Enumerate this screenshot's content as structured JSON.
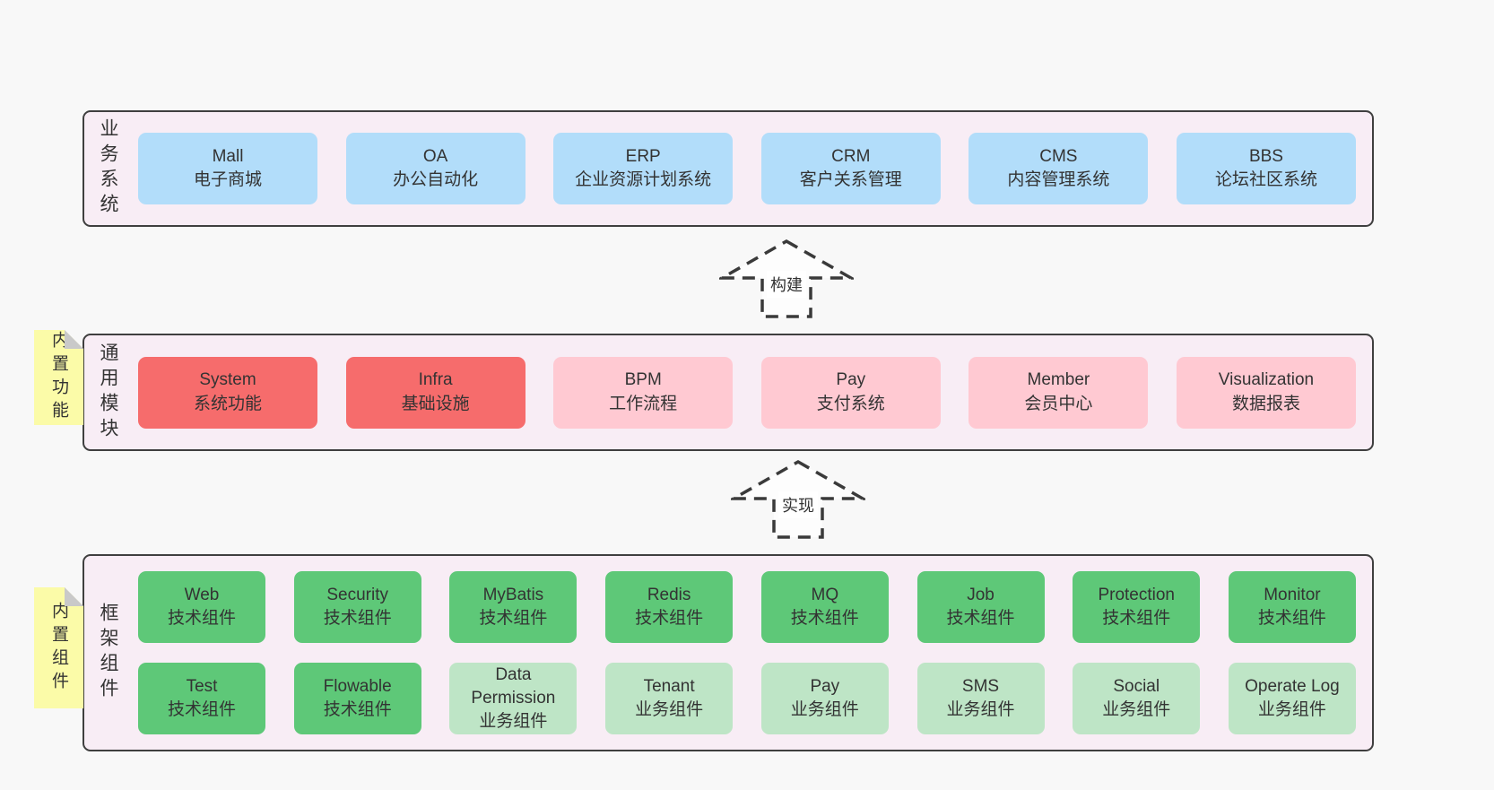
{
  "colors": {
    "page_background": "#f8f8f8",
    "layer_background": "#f8edf5",
    "layer_border": "#3f3f3f",
    "box_blue": "#b2ddfa",
    "box_red": "#f66c6c",
    "box_pink": "#ffc9d2",
    "box_green": "#5ec878",
    "box_light_green": "#bee5c6",
    "sticky_yellow": "#fbfba8",
    "sticky_fold_gray": "#c9c9c9",
    "text": "#333333"
  },
  "arrows": [
    {
      "id": "build",
      "label": "构建"
    },
    {
      "id": "implement",
      "label": "实现"
    }
  ],
  "layers": [
    {
      "id": "business-systems",
      "label": "业务系统",
      "rows": [
        {
          "boxes": [
            {
              "en": "Mall",
              "zh": "电子商城",
              "style": "blue"
            },
            {
              "en": "OA",
              "zh": "办公自动化",
              "style": "blue"
            },
            {
              "en": "ERP",
              "zh": "企业资源计划系统",
              "style": "blue"
            },
            {
              "en": "CRM",
              "zh": "客户关系管理",
              "style": "blue"
            },
            {
              "en": "CMS",
              "zh": "内容管理系统",
              "style": "blue"
            },
            {
              "en": "BBS",
              "zh": "论坛社区系统",
              "style": "blue"
            }
          ]
        }
      ]
    },
    {
      "id": "common-modules",
      "label": "通用模块",
      "sticky": "内置功能",
      "rows": [
        {
          "boxes": [
            {
              "en": "System",
              "zh": "系统功能",
              "style": "red"
            },
            {
              "en": "Infra",
              "zh": "基础设施",
              "style": "red"
            },
            {
              "en": "BPM",
              "zh": "工作流程",
              "style": "pink"
            },
            {
              "en": "Pay",
              "zh": "支付系统",
              "style": "pink"
            },
            {
              "en": "Member",
              "zh": "会员中心",
              "style": "pink"
            },
            {
              "en": "Visualization",
              "zh": "数据报表",
              "style": "pink"
            }
          ]
        }
      ]
    },
    {
      "id": "framework-components",
      "label": "框架组件",
      "sticky": "内置组件",
      "rows": [
        {
          "boxes": [
            {
              "en": "Web",
              "zh": "技术组件",
              "style": "green"
            },
            {
              "en": "Security",
              "zh": "技术组件",
              "style": "green"
            },
            {
              "en": "MyBatis",
              "zh": "技术组件",
              "style": "green"
            },
            {
              "en": "Redis",
              "zh": "技术组件",
              "style": "green"
            },
            {
              "en": "MQ",
              "zh": "技术组件",
              "style": "green"
            },
            {
              "en": "Job",
              "zh": "技术组件",
              "style": "green"
            },
            {
              "en": "Protection",
              "zh": "技术组件",
              "style": "green"
            },
            {
              "en": "Monitor",
              "zh": "技术组件",
              "style": "green"
            }
          ]
        },
        {
          "boxes": [
            {
              "en": "Test",
              "zh": "技术组件",
              "style": "green"
            },
            {
              "en": "Flowable",
              "zh": "技术组件",
              "style": "green"
            },
            {
              "en": "Data Permission",
              "zh": "业务组件",
              "style": "light-green"
            },
            {
              "en": "Tenant",
              "zh": "业务组件",
              "style": "light-green"
            },
            {
              "en": "Pay",
              "zh": "业务组件",
              "style": "light-green"
            },
            {
              "en": "SMS",
              "zh": "业务组件",
              "style": "light-green"
            },
            {
              "en": "Social",
              "zh": "业务组件",
              "style": "light-green"
            },
            {
              "en": "Operate Log",
              "zh": "业务组件",
              "style": "light-green"
            }
          ]
        }
      ]
    }
  ]
}
